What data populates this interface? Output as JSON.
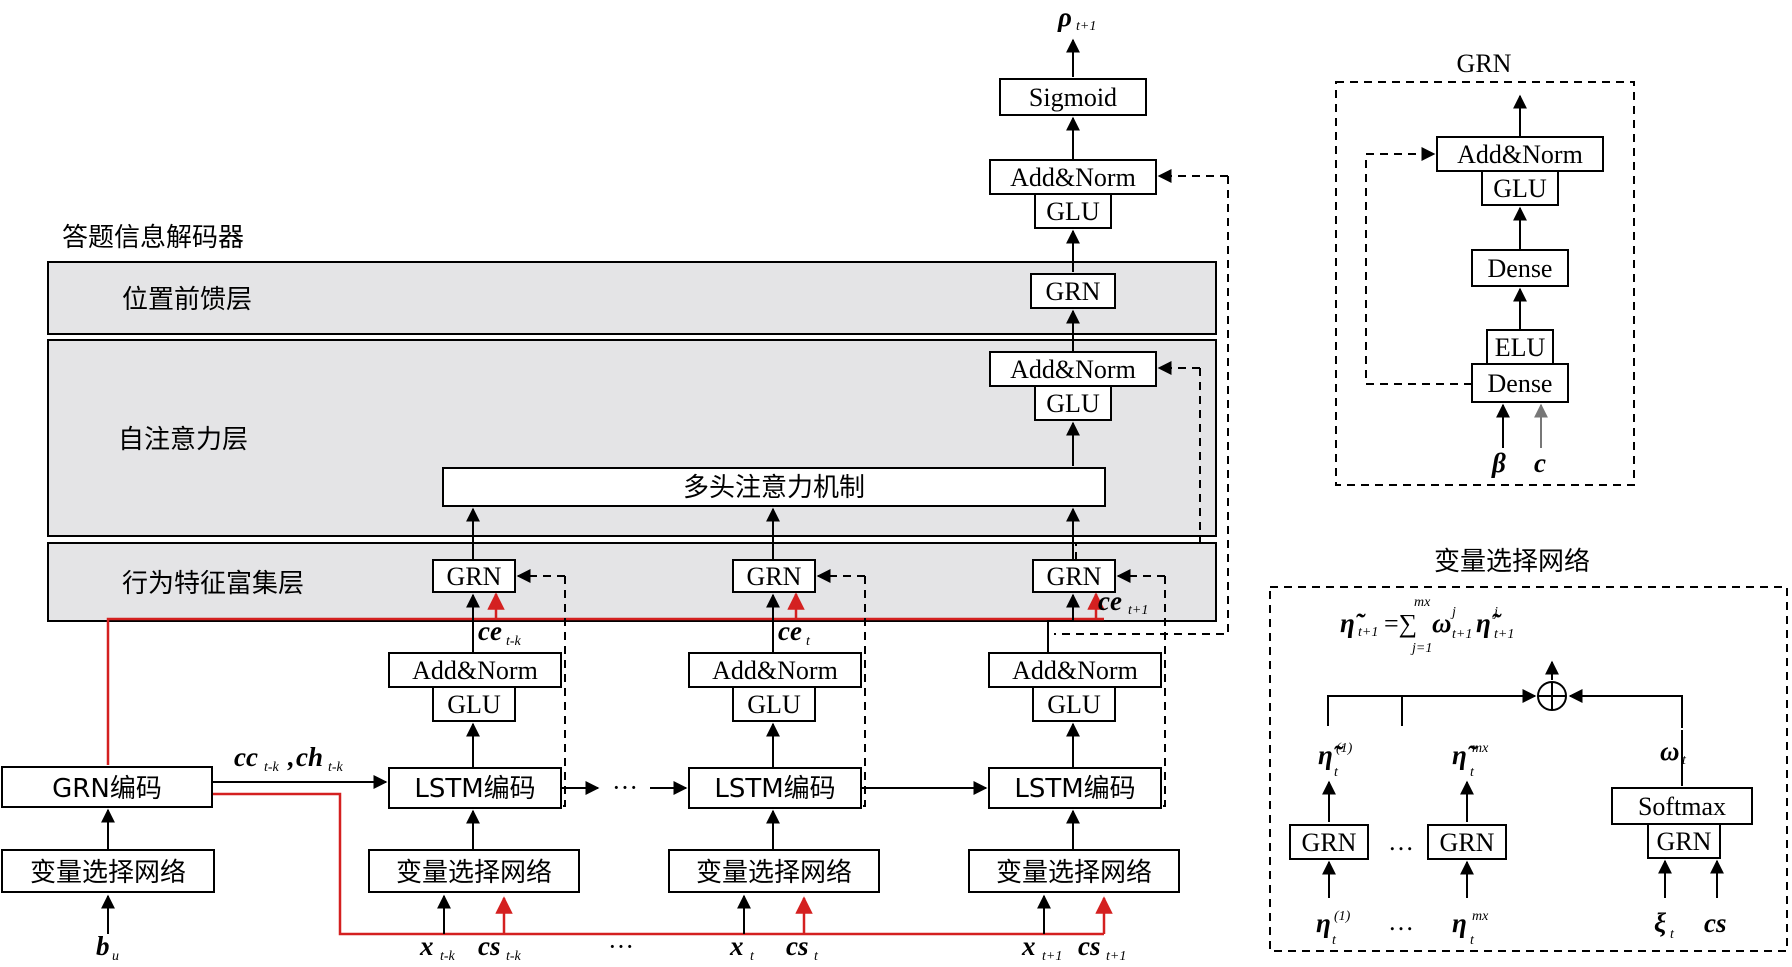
{
  "labels": {
    "decoder_title": "答题信息解码器",
    "layer_ff": "位置前馈层",
    "layer_sa": "自注意力层",
    "layer_be": "行为特征富集层",
    "mha": "多头注意力机制",
    "sigmoid": "Sigmoid",
    "addnorm": "Add&Norm",
    "glu": "GLU",
    "grn": "GRN",
    "lstm": "LSTM编码",
    "grn_enc": "GRN编码",
    "vsn": "变量选择网络",
    "dense": "Dense",
    "elu": "ELU",
    "softmax": "Softmax",
    "grn_panel_title": "GRN",
    "vsn_panel_title": "变量选择网络",
    "ellipsis": "···",
    "ellipsis2": "…"
  },
  "math": {
    "rho": "ρ",
    "rho_sub": "t+1",
    "b": "b",
    "b_sub": "u",
    "cc": "cc",
    "cc_sub": "t-k",
    "comma": ",",
    "ch": "ch",
    "ch_sub": "t-k",
    "ce": "ce",
    "ce_sub1": "t-k",
    "ce_sub2": "t",
    "ce_sub3": "t+1",
    "x": "x",
    "x_sub1": "t-k",
    "x_sub2": "t",
    "x_sub3": "t+1",
    "cs": "cs",
    "cs_sub1": "t-k",
    "cs_sub2": "t",
    "cs_sub3": "t+1",
    "beta": "β",
    "c": "c",
    "eta_tilde": "η̃",
    "eta": "η",
    "eta_sub": "t",
    "eta_sup1": "(1)",
    "eta_supm": "mx",
    "omega": "ω",
    "omega_sub": "t",
    "xi": "ξ",
    "xi_sub": "t",
    "formula_lhs": "η̃",
    "formula_lhs_sub": "t+1",
    "formula_eq": "=∑",
    "formula_top": "mx",
    "formula_bot": "j=1",
    "formula_omega": "ω",
    "formula_omega_sup": "j",
    "formula_omega_sub": "t+1",
    "formula_eta": "η̃",
    "formula_eta_sup": "j",
    "formula_eta_sub": "t+1"
  }
}
